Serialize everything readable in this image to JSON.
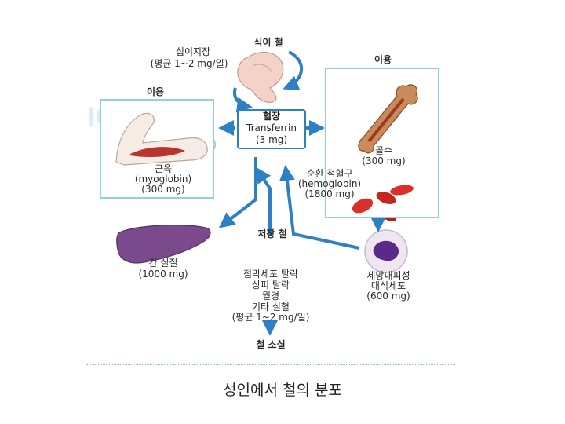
{
  "diagram": {
    "dietary_iron": {
      "label": "식이 철"
    },
    "intake": {
      "line1": "십이지장",
      "line2": "(평균 1~2 mg/일)"
    },
    "use_left": "이용",
    "use_right": "이용",
    "plasma": {
      "title": "혈장",
      "protein": "Transferrin",
      "amount": "(3 mg)"
    },
    "muscle": {
      "line1": "근육",
      "line2": "(myoglobin)",
      "line3": "(300 mg)"
    },
    "bone_marrow": {
      "line1": "골수",
      "line2": "(300 mg)"
    },
    "rbc": {
      "line1": "순환 적혈구",
      "line2": "(hemoglobin)",
      "line3": "(1800 mg)"
    },
    "storage": "저장 철",
    "liver": {
      "line1": "간 실질",
      "line2": "(1000 mg)"
    },
    "macrophage": {
      "line1": "세망내피성",
      "line2": "대식세포",
      "line3": "(600 mg)"
    },
    "loss_causes": {
      "line1": "점막세포 탈락",
      "line2": "상피 탈락",
      "line3": "월경",
      "line4": "기타 실혈",
      "line5": "(평균 1~2 mg/일)"
    },
    "iron_loss": "철 소실"
  },
  "caption": "성인에서 철의 분포",
  "colors": {
    "arrow": "#2f7fc4",
    "panel_border": "#8fd3e3",
    "liver": "#7a4a8c",
    "rbc": "#d9302a"
  }
}
